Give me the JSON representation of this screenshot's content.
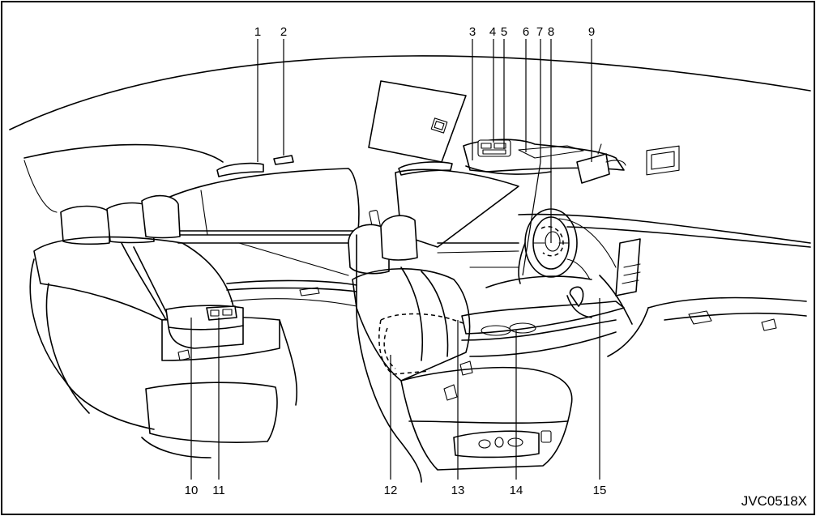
{
  "callouts": [
    "1",
    "2",
    "3",
    "4",
    "5",
    "6",
    "7",
    "8",
    "9",
    "10",
    "11",
    "12",
    "13",
    "14",
    "15"
  ],
  "figure_code": "JVC0518X"
}
